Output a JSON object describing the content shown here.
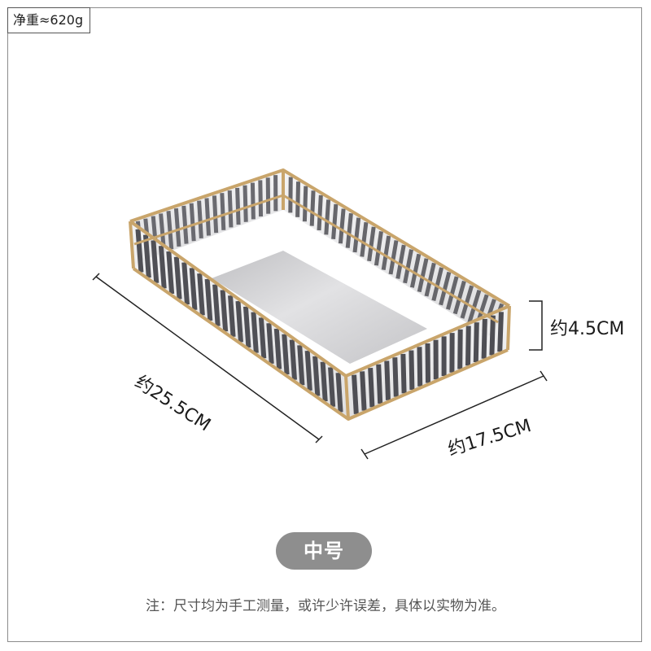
{
  "weight_label": "净重≈620g",
  "dimensions": {
    "length": "约25.5CM",
    "width": "约17.5CM",
    "height": "约4.5CM"
  },
  "size_badge": "中号",
  "note": "注：尺寸均为手工测量，或许少许误差，具体以实物为准。",
  "colors": {
    "frame_gold": "#c9a56b",
    "glass_dark": "#5a5a5e",
    "mirror": "#d6d6d8",
    "badge": "#8e8e8e",
    "dimension_line": "#222222"
  }
}
